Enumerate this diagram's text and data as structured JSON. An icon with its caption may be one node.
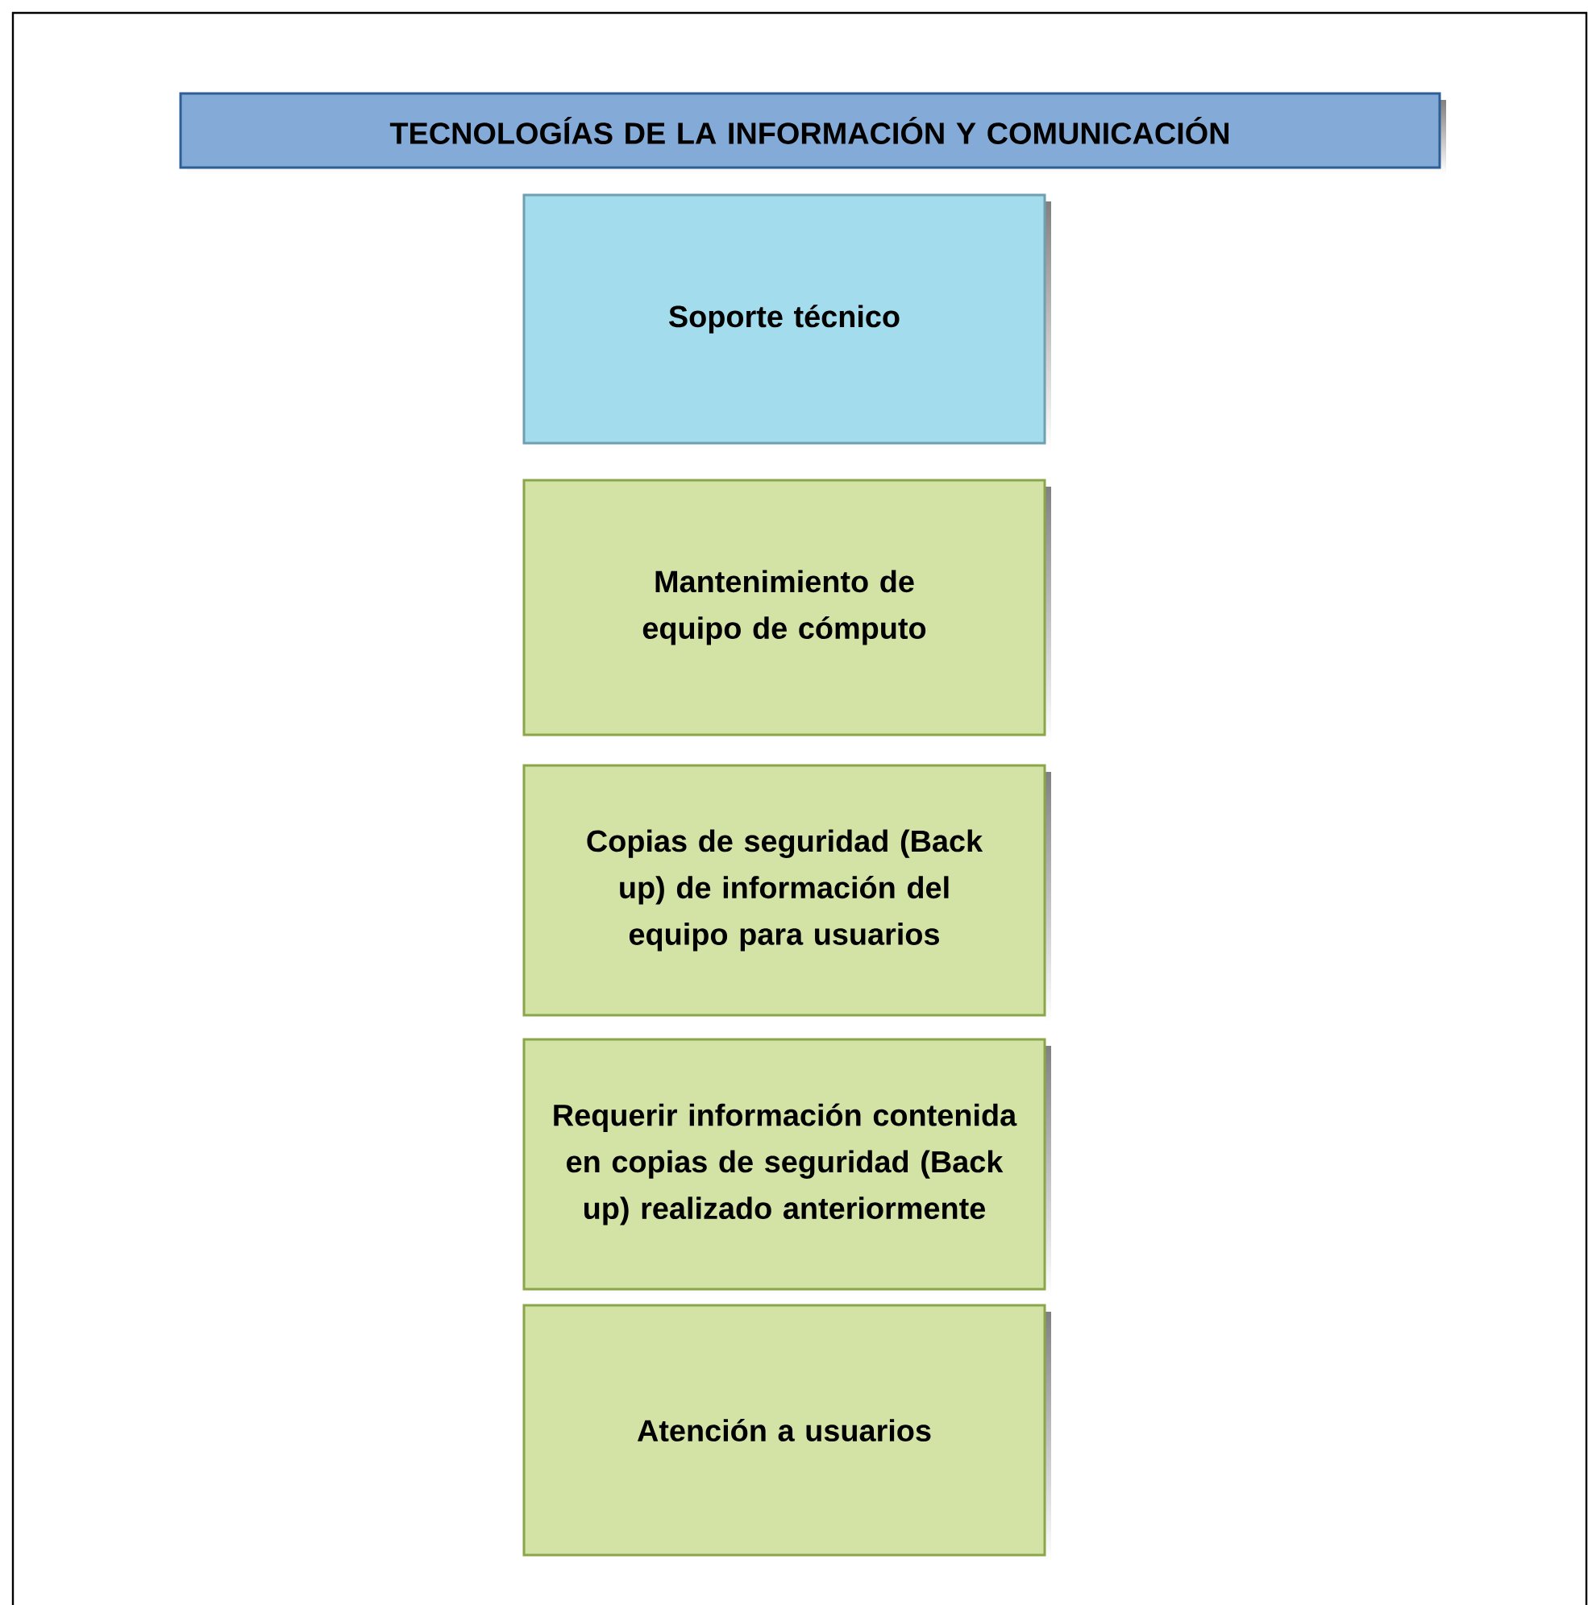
{
  "diagram": {
    "nodes": [
      {
        "text": [
          "TECNOLOGÍAS DE LA INFORMACIÓN Y COMUNICACIÓN"
        ]
      },
      {
        "text": [
          "Soporte técnico"
        ]
      },
      {
        "text": [
          "Mantenimiento de equipo de cómputo"
        ]
      },
      {
        "text": [
          "Copias de seguridad (Back up) de información del equipo para usuarios"
        ]
      },
      {
        "text": [
          "Requerir información contenida en copias de seguridad (Back up) realizado anteriormente"
        ]
      },
      {
        "text": [
          "Atención a usuarios"
        ]
      }
    ]
  }
}
